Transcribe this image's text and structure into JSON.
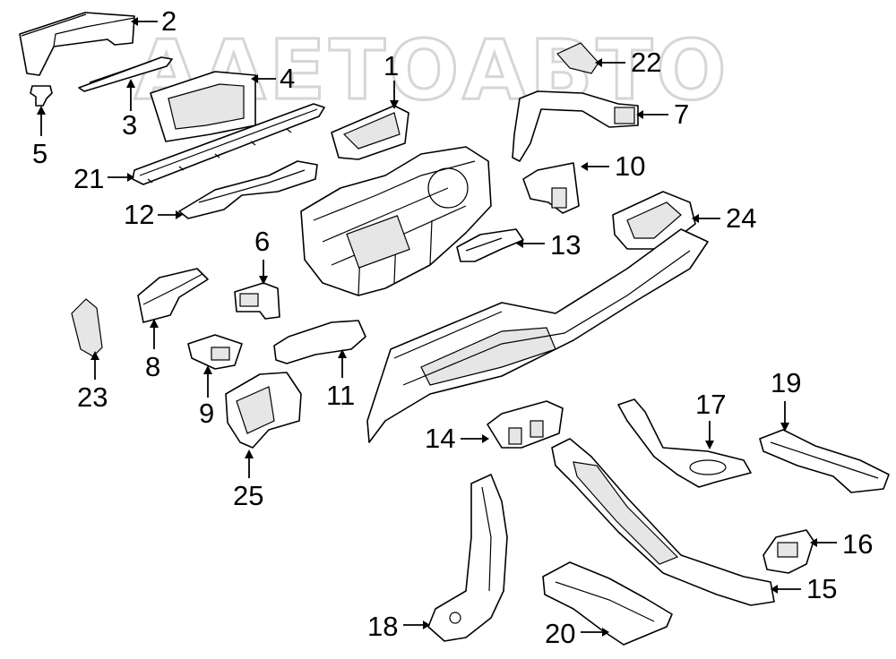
{
  "watermark": "ААЕТОАВТО",
  "callouts": [
    "1",
    "2",
    "3",
    "4",
    "5",
    "6",
    "7",
    "8",
    "9",
    "10",
    "11",
    "12",
    "13",
    "14",
    "15",
    "16",
    "17",
    "18",
    "19",
    "20",
    "21",
    "22",
    "23",
    "24",
    "25"
  ],
  "colors": {
    "line": "#000000",
    "background": "#ffffff",
    "watermark": "#d9d9d9"
  }
}
